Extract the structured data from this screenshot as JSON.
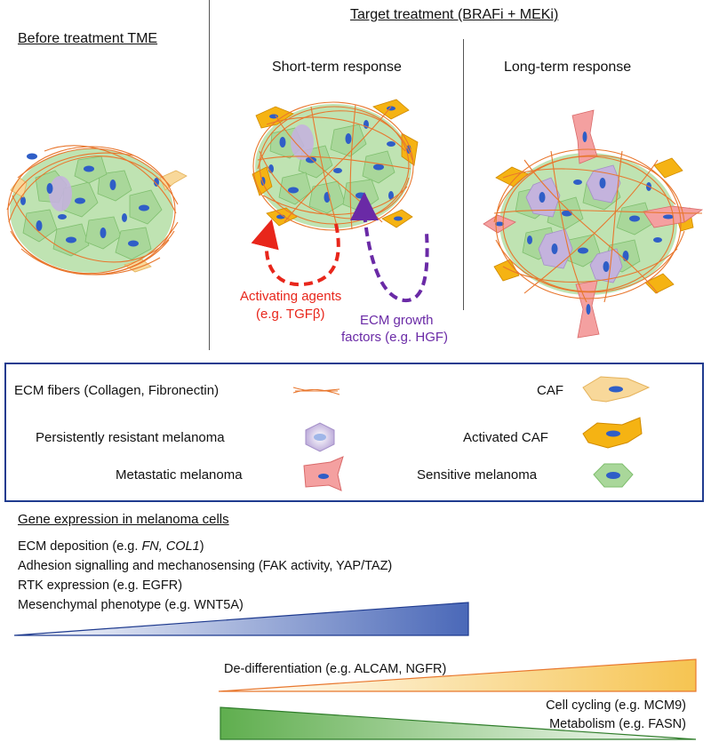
{
  "header": {
    "before_title": "Before treatment TME",
    "treatment_title": "Target treatment (BRAFi + MEKi)",
    "short_term": "Short-term response",
    "long_term": "Long-term response"
  },
  "annotations": {
    "activating_line1": "Activating agents",
    "activating_line2": "(e.g. TGFβ)",
    "ecm_line1": "ECM growth",
    "ecm_line2": "factors (e.g. HGF)"
  },
  "legend": {
    "ecm_fibers": "ECM fibers (Collagen, Fibronectin)",
    "persistent": "Persistently resistant melanoma",
    "metastatic": "Metastatic melanoma",
    "caf": "CAF",
    "activated_caf": "Activated CAF",
    "sensitive": "Sensitive melanoma"
  },
  "gene_expression": {
    "title": "Gene expression in melanoma cells",
    "group1": [
      "ECM deposition (e.g. ",
      "FN, COL1",
      ")",
      "Adhesion signalling and mechanosensing (FAK activity, YAP/TAZ)",
      "RTK expression (e.g. EGFR)",
      "Mesenchymal phenotype (e.g. WNT5A)"
    ],
    "group2": "De-differentiation (e.g. ALCAM, NGFR)",
    "group3": [
      "Cell cycling (e.g. MCM9)",
      "Metabolism (e.g. FASN)"
    ]
  },
  "colors": {
    "fiber": "#e8772e",
    "sensitive_fill": "#a9d79a",
    "nucleus": "#2f5ec7",
    "caf_fill": "#f8d89a",
    "activated_caf_fill": "#f5b313",
    "persistent_fill": "#c4b3dd",
    "metastatic_fill": "#f4a0a0",
    "legend_border": "#1f3b8f",
    "red_arrow": "#e8261b",
    "purple_arrow": "#6a2aa6",
    "blue_wedge": "#4a68b8",
    "orange_wedge": "#f0a93a",
    "green_wedge": "#5fae4e"
  }
}
